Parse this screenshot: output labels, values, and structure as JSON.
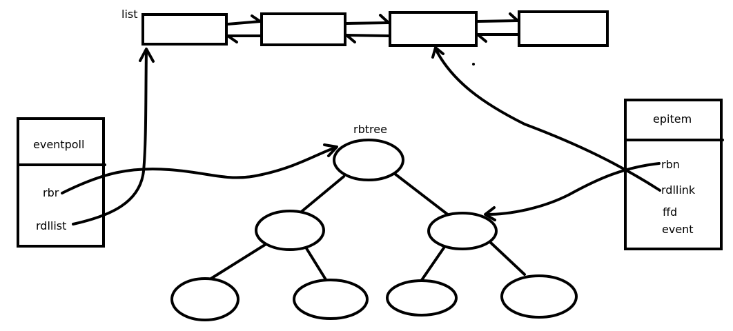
{
  "list": {
    "label": "list",
    "node_count": 4
  },
  "eventpoll": {
    "title": "eventpoll",
    "fields": [
      "rbr",
      "rdllist"
    ]
  },
  "rbtree": {
    "label": "rbtree",
    "node_count": 7
  },
  "epitem": {
    "title": "epitem",
    "fields": [
      "rbn",
      "rdllink",
      "ffd",
      "event"
    ]
  },
  "colors": {
    "stroke": "#000000",
    "background": "#ffffff"
  }
}
